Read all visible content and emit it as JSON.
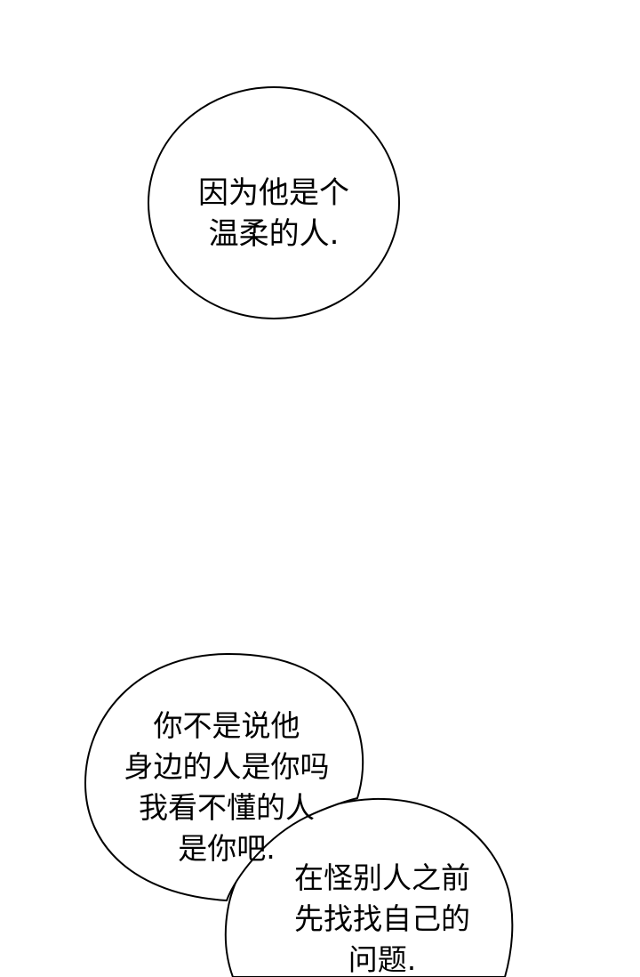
{
  "panel": {
    "bubble_top": {
      "lines": [
        "因为他是个",
        "温柔的人."
      ]
    },
    "bubble_left": {
      "lines": [
        "你不是说他",
        "身边的人是你吗",
        "我看不懂的人",
        "是你吧."
      ]
    },
    "bubble_right": {
      "lines": [
        "在怪别人之前",
        "先找找自己的",
        "问题."
      ]
    }
  },
  "colors": {
    "background": "#ffffff",
    "stroke": "#000000",
    "text": "#000000"
  }
}
